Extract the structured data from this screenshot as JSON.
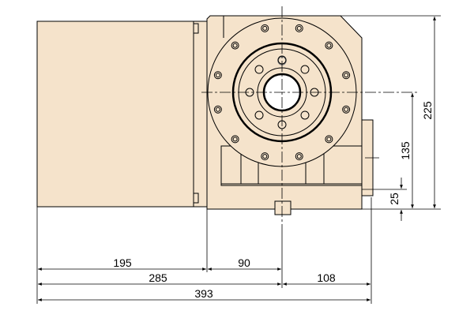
{
  "drawing": {
    "body_fill": "#f5e3cb",
    "line_color": "#000000",
    "dimensions": {
      "d195": "195",
      "d90": "90",
      "d285": "285",
      "d108": "108",
      "d393": "393",
      "d225": "225",
      "d135": "135",
      "d25": "25"
    }
  }
}
